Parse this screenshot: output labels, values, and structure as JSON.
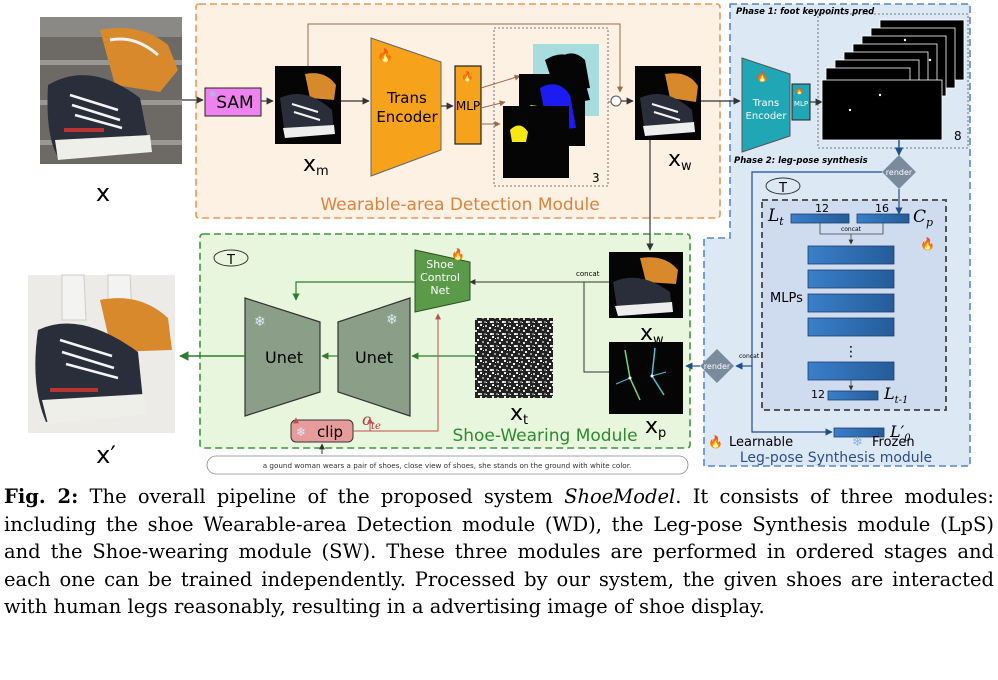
{
  "figure": {
    "inputs": {
      "x": "x",
      "x_prime": "x′"
    },
    "wd": {
      "title": "Wearable-area Detection Module",
      "sam": "SAM",
      "xm_base": "x",
      "xm_sub": "m",
      "encoder_line1": "Trans",
      "encoder_line2": "Encoder",
      "mlp": "MLP",
      "stack_count": "3",
      "xw_base": "x",
      "xw_sub": "w"
    },
    "lps": {
      "title": "Leg-pose Synthesis module",
      "phase1": "Phase 1: foot keypoints pred",
      "phase2": "Phase 2: leg-pose synthesis",
      "encoder_line1": "Trans",
      "encoder_line2": "Encoder",
      "mlp": "MLP",
      "heatmap_count": "8",
      "render": "render",
      "t_symbol": "T",
      "lt_base": "L",
      "lt_sub": "t",
      "cp_base": "C",
      "cp_sub": "p",
      "num12": "12",
      "num16": "16",
      "concat": "concat",
      "mlps": "MLPs",
      "dots": "⋮",
      "num12b": "12",
      "lt1_base": "L",
      "lt1_sub": "t-1",
      "l0_base": "L′",
      "l0_sub": "0"
    },
    "sw": {
      "title": "Shoe-Wearing Module",
      "t_symbol": "T",
      "net_line1": "Shoe",
      "net_line2": "Control",
      "net_line3": "Net",
      "unet1": "Unet",
      "unet2": "Unet",
      "clip": "clip",
      "cte_base": "c",
      "cte_sub": "te",
      "xt_base": "x",
      "xt_sub": "t",
      "xw_base": "x",
      "xw_sub": "w",
      "xp_base": "x",
      "xp_sub": "p",
      "concat": "concat",
      "render": "render",
      "concat2": "concat",
      "prompt": "a gound woman wears a pair of shoes, close view of shoes, she stands on the ground with white color."
    },
    "legend": {
      "learnable": "Learnable",
      "frozen": "Frozen"
    }
  },
  "caption": {
    "label": "Fig. 2:",
    "text_a": " The overall pipeline of the proposed system ",
    "system": "ShoeModel",
    "text_b": ". It consists of three modules: including the shoe Wearable-area Detection module (WD), the Leg-pose Synthesis module (LpS) and the Shoe-wearing module (SW). These three modules are performed in ordered stages and each one can be trained independently. Processed by our system, the given shoes are interacted with human legs reasonably, resulting in a advertising image of shoe display."
  },
  "colors": {
    "wd_border": "#e8975a",
    "wd_fill": "#fdf1e4",
    "lps_border": "#5b86c5",
    "lps_fill": "#dde8f5",
    "sw_border": "#3a9a3a",
    "sw_fill": "#e8f6de",
    "encoder": "#f7a21b",
    "mlp_teal": "#20a6b4",
    "unet": "#8a9e88",
    "controlnet": "#5b9a48",
    "clip": "#e79c9c",
    "sam": "#ee82ee",
    "bar": "#2d6fb8"
  }
}
